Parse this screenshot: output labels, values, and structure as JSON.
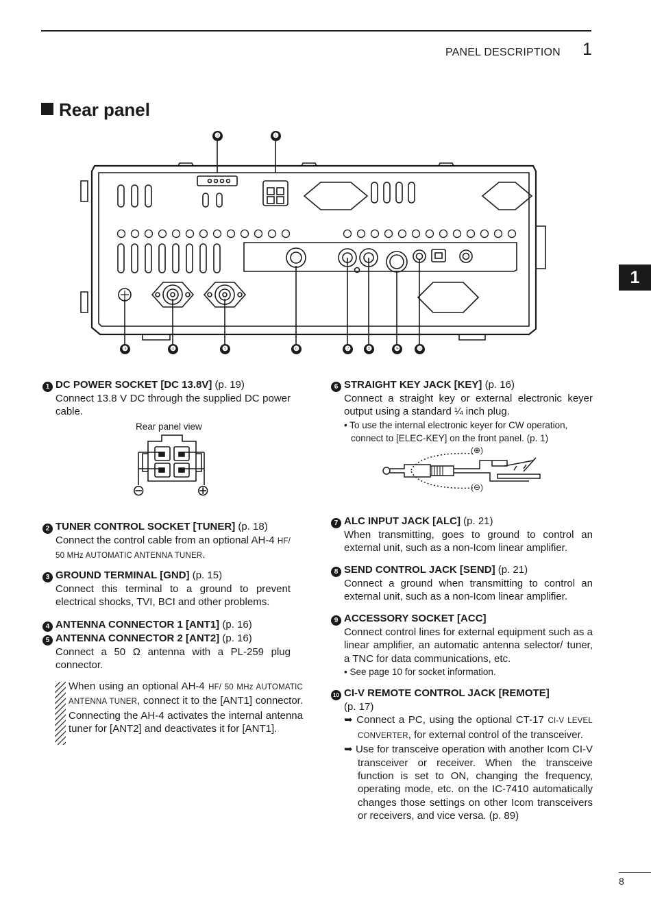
{
  "header": {
    "running_head": "PANEL DESCRIPTION",
    "chapter_number": "1"
  },
  "section": {
    "title": "Rear panel"
  },
  "side_tab": "1",
  "page_number": "8",
  "diagram": {
    "callouts": [
      "❷",
      "❶",
      "❸",
      "❹",
      "❺",
      "❻",
      "❼",
      "❽",
      "❾",
      "❿"
    ],
    "dc_socket_title": "Rear panel view",
    "minus_symbol": "⊖",
    "plus_symbol": "⊕",
    "key_plus_label": "(⊕)",
    "key_minus_label": "(⊖)"
  },
  "items": {
    "i1": {
      "marker": "1",
      "title": "DC POWER SOCKET [DC 13.8V]",
      "ref": " (p. 19)",
      "body": "Connect 13.8 V DC through the supplied DC power cable."
    },
    "i2": {
      "marker": "2",
      "title": "TUNER CONTROL SOCKET [TUNER]",
      "ref": " (p. 18)",
      "body_a": "Connect the control cable from an optional AH-4 ",
      "body_sc": "HF/ 50 MHz AUTOMATIC ANTENNA TUNER",
      "body_b": "."
    },
    "i3": {
      "marker": "3",
      "title": "GROUND TERMINAL [GND]",
      "ref": " (p. 15)",
      "body": "Connect this terminal to a ground to prevent electrical shocks, TVI, BCI and other problems."
    },
    "i4": {
      "marker": "4",
      "title": "ANTENNA CONNECTOR 1 [ANT1]",
      "ref": " (p. 16)"
    },
    "i5": {
      "marker": "5",
      "title": "ANTENNA CONNECTOR 2 [ANT2]",
      "ref": " (p. 16)",
      "body": "Connect a 50 Ω antenna with a PL-259 plug connector."
    },
    "note": {
      "a": "When using an optional AH-4 ",
      "sc": "HF/ 50 MHz AUTOMATIC ANTENNA TUNER",
      "b": ", connect it to the [ANT1] connector. Connecting the AH-4 activates the internal antenna tuner for [ANT2] and deactivates it for [ANT1]."
    },
    "i6": {
      "marker": "6",
      "title": "STRAIGHT KEY JACK [KEY]",
      "ref": " (p. 16)",
      "body": "Connect a straight key or external electronic keyer output using a standard ¼ inch plug.",
      "bullet": "• To use the internal electronic keyer for CW operation, connect to [ELEC-KEY] on the front panel. (p. 1)"
    },
    "i7": {
      "marker": "7",
      "title": "ALC INPUT JACK [ALC]",
      "ref": " (p. 21)",
      "body": "When transmitting, goes to ground to control an external unit, such as a non-Icom linear amplifier."
    },
    "i8": {
      "marker": "8",
      "title": "SEND CONTROL JACK [SEND]",
      "ref": " (p. 21)",
      "body": "Connect a ground when transmitting to control an external unit, such as a non-Icom linear amplifier."
    },
    "i9": {
      "marker": "9",
      "title": "ACCESSORY SOCKET [ACC]",
      "body": "Connect control lines for external equipment such as a linear amplifier, an automatic antenna selector/ tuner, a TNC for data communications, etc.",
      "bullet": "• See page 10 for socket information."
    },
    "i10": {
      "marker": "10",
      "title": "CI-V REMOTE CONTROL JACK [REMOTE]",
      "ref": "(p. 17)",
      "arrow": "➥",
      "b1_a": "Connect a PC, using the optional CT-17 ",
      "b1_sc": "CI-V LEVEL CONVERTER",
      "b1_b": ", for external control of the transceiver.",
      "b2": "Use for transceive operation with another Icom CI-V transceiver or receiver. When the transceive function is set to ON, changing the frequency, operating mode, etc. on the IC-7410 automatically changes those settings on other Icom transceivers or receivers, and vice versa. (p. 89)"
    }
  }
}
